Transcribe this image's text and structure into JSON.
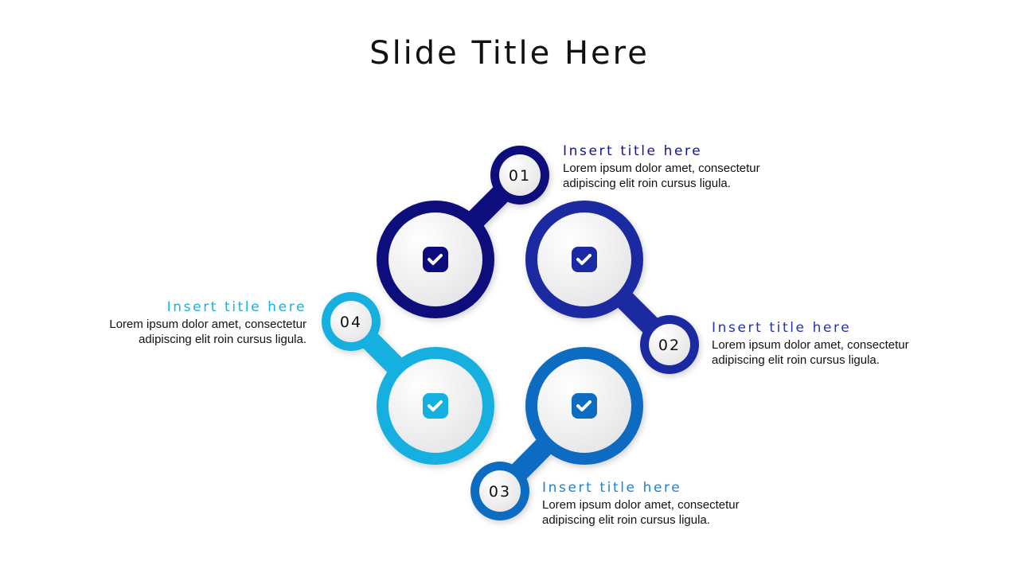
{
  "slide_title": "Slide Title Here",
  "steps": [
    {
      "number": "01",
      "title": "Insert title here",
      "body_line1": "Lorem ipsum dolor amet, consectetur",
      "body_line2": "adipiscing elit roin cursus ligula.",
      "color": "#0b0b7c",
      "title_color": "#16168c"
    },
    {
      "number": "02",
      "title": "Insert title here",
      "body_line1": "Lorem ipsum dolor amet, consectetur",
      "body_line2": "adipiscing elit roin cursus ligula.",
      "color": "#1a2aa2",
      "title_color": "#2232b2"
    },
    {
      "number": "03",
      "title": "Insert title here",
      "body_line1": "Lorem ipsum dolor amet, consectetur",
      "body_line2": "adipiscing elit roin cursus ligula.",
      "color": "#0b6cc2",
      "title_color": "#1a82d2"
    },
    {
      "number": "04",
      "title": "Insert title here",
      "body_line1": "Lorem ipsum dolor amet, consectetur",
      "body_line2": "adipiscing elit roin cursus ligula.",
      "color": "#14b0e0",
      "title_color": "#14b2e2"
    }
  ]
}
